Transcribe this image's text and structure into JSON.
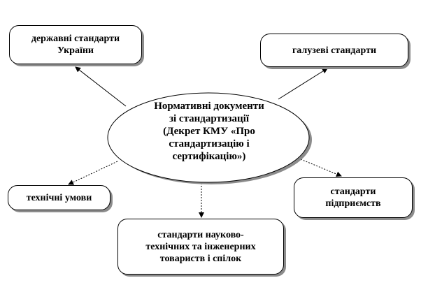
{
  "center": {
    "text": "Нормативні документи\nзі  стандартизації\n(Декрет КМУ «Про\nстандартизацію і\nсертифікацію»)"
  },
  "nodes": {
    "state_standards": "державні  стандарти\nУкраїни",
    "branch_standards": "галузеві    стандарти",
    "technical_conditions": "технічні умови",
    "enterprise_standards": "стандарти\nпідприємств",
    "scientific_societies": "стандарти науково-\nтехнічних та інженерних\nтовариств і спілок"
  }
}
